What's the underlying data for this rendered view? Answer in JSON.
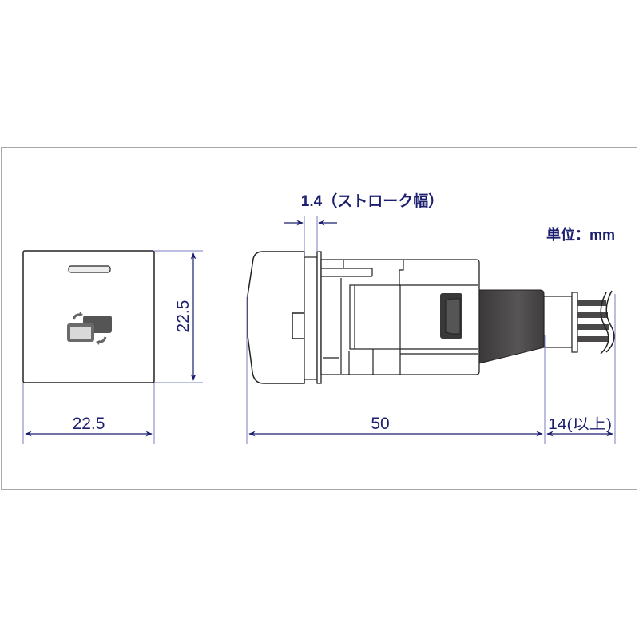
{
  "diagram": {
    "unit_label": "単位：mm",
    "colors": {
      "dimension": "#1c1f6e",
      "dimension_line": "#7a7cc0",
      "outline": "#222222",
      "frame": "#a8a8a8",
      "dark_body": "#4a4848",
      "icon_dark": "#555555",
      "icon_light": "#d8d8d8"
    },
    "front_view": {
      "width_label": "22.5",
      "height_label": "22.5",
      "icon": "swap-screens-icon"
    },
    "side_view": {
      "stroke_label": "1.4（ストローク幅）",
      "length_label": "50",
      "cable_label": "14(以上)"
    }
  }
}
